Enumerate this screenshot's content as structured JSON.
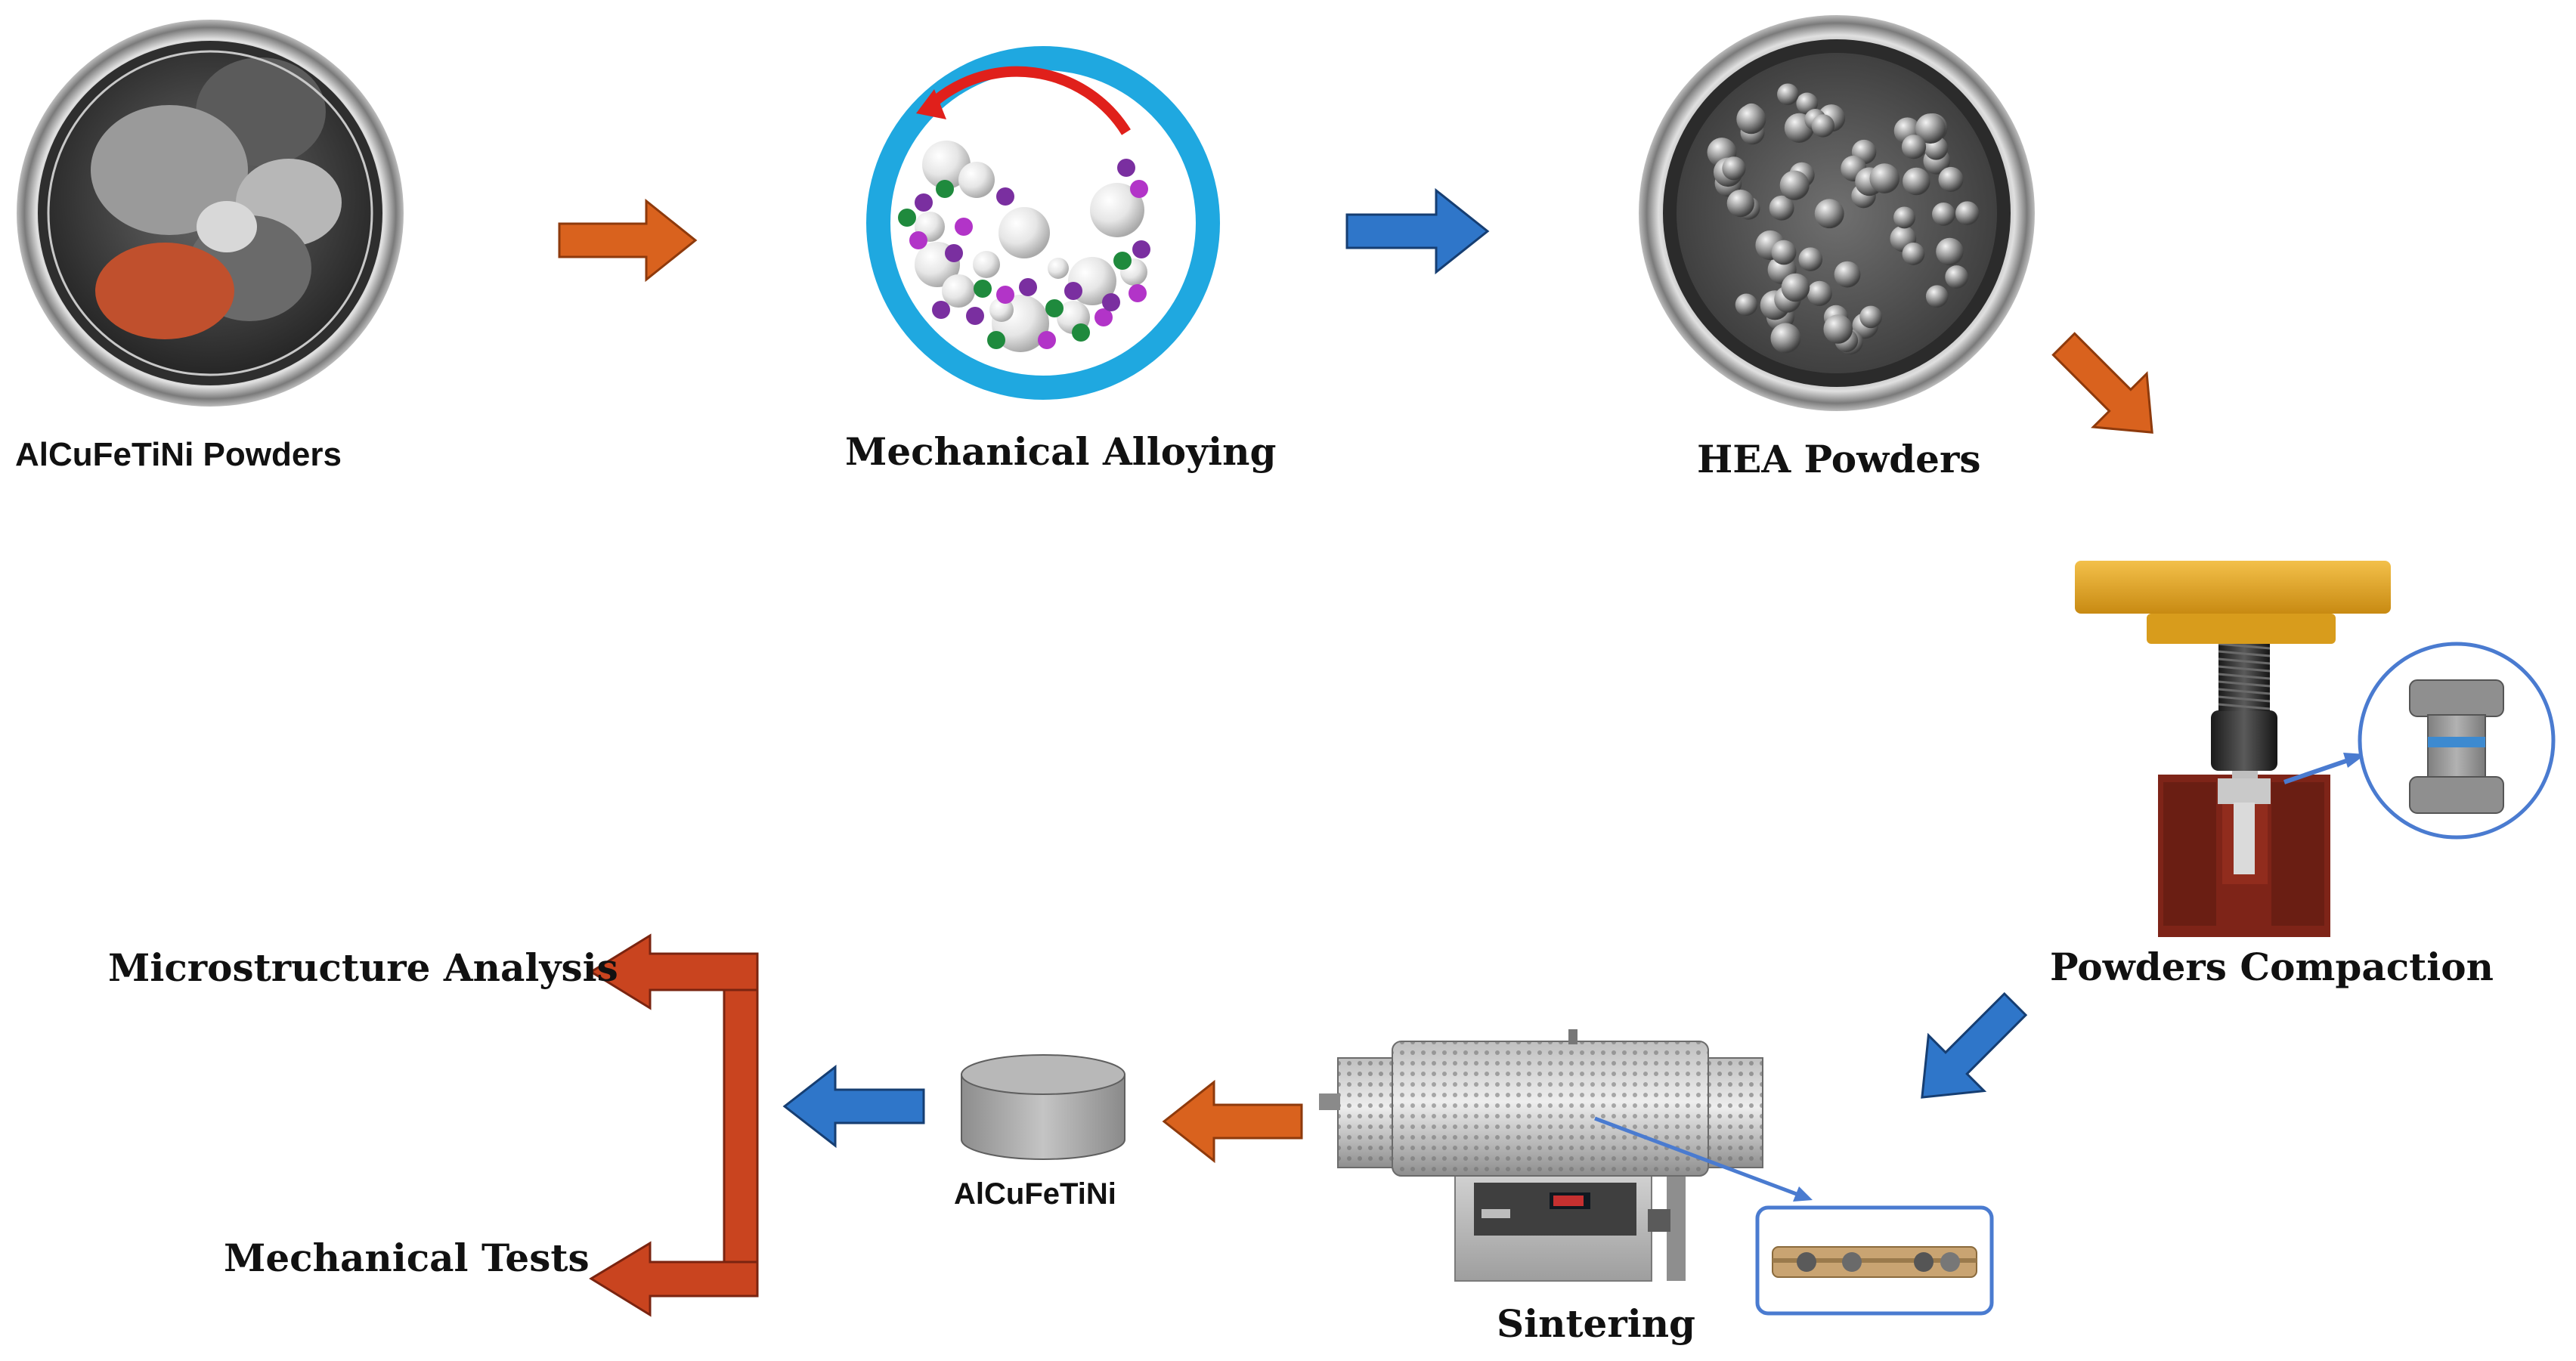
{
  "diagram": {
    "steps": {
      "powders": "AlCuFeTiNi Powders",
      "alloying": "Mechanical Alloying",
      "hea": "HEA Powders",
      "compaction": "Powders Compaction",
      "sintering": "Sintering",
      "sample": "AlCuFeTiNi",
      "microstructure": "Microstructure Analysis",
      "mechanical": "Mechanical Tests"
    },
    "colors": {
      "orange_arrow": "#d9621e",
      "blue_arrow": "#2f76c9",
      "red_arrow": "#c9441f",
      "ring": "#1fa8e0",
      "rotation": "#e0201b",
      "inset_border": "#4a7bd0",
      "press_yellow": "#e8a81b",
      "base_red": "#7e2418"
    },
    "particle_colors": [
      "#7a2fa0",
      "#b234c8",
      "#1f8a3d",
      "#ececec"
    ]
  }
}
